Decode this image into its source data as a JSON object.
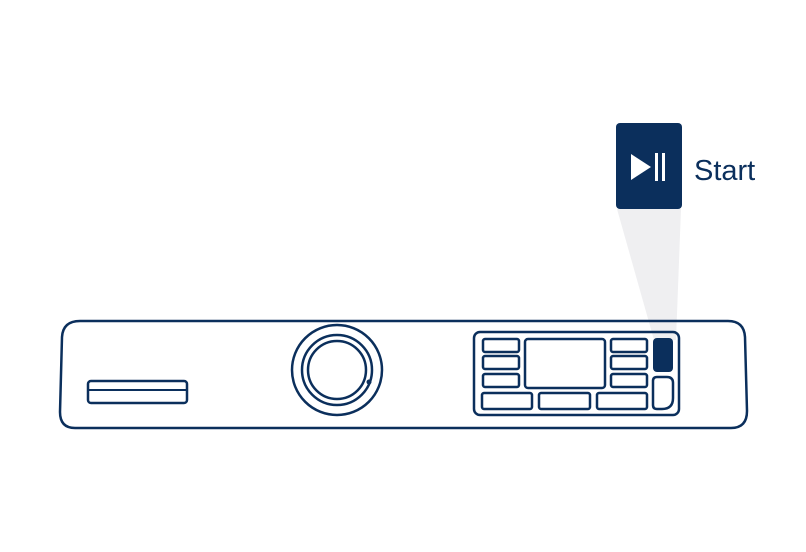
{
  "callout": {
    "label": "Start",
    "icon": "play-pause-icon"
  },
  "colors": {
    "primary": "#0b2f5c",
    "beam": "#efeff1",
    "background": "#ffffff"
  },
  "panel": {
    "components": [
      "detergent-drawer",
      "program-dial",
      "display-control-cluster",
      "start-pause-button"
    ]
  }
}
